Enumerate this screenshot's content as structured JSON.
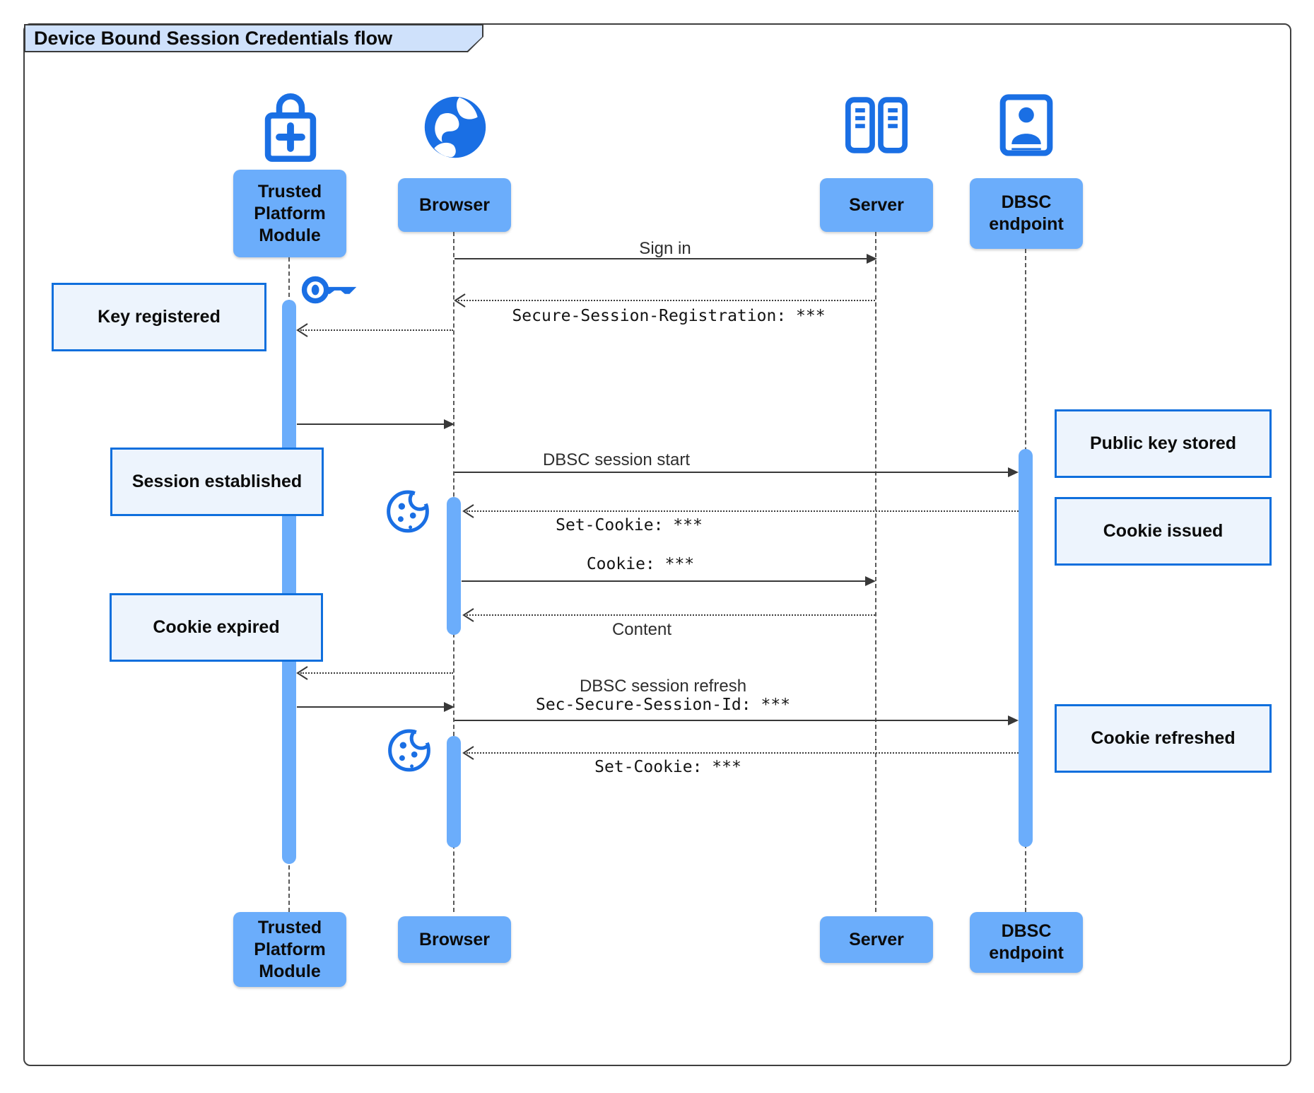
{
  "diagram": {
    "title": "Device Bound Session Credentials flow",
    "type": "sequence-diagram"
  },
  "participants": [
    {
      "id": "tpm",
      "label": "Trusted Platform Module",
      "icon": "lock-plus-icon"
    },
    {
      "id": "browser",
      "label": "Browser",
      "icon": "globe-icon"
    },
    {
      "id": "server",
      "label": "Server",
      "icon": "server-racks-icon"
    },
    {
      "id": "dbsc",
      "label": "DBSC endpoint",
      "icon": "person-badge-icon"
    }
  ],
  "messages": {
    "sign_in": "Sign in",
    "secure_session_registration": "Secure-Session-Registration: ***",
    "dbsc_session_start": "DBSC session start",
    "set_cookie_1": "Set-Cookie: ***",
    "cookie": "Cookie: ***",
    "content": "Content",
    "dbsc_session_refresh": "DBSC session refresh",
    "sec_secure_session_id": "Sec-Secure-Session-Id: ***",
    "set_cookie_2": "Set-Cookie: ***"
  },
  "notes": {
    "key_registered": "Key registered",
    "session_established": "Session established",
    "cookie_expired": "Cookie expired",
    "public_key_stored": "Public key stored",
    "cookie_issued": "Cookie issued",
    "cookie_refreshed": "Cookie refreshed"
  },
  "decorations": {
    "key": "key-icon",
    "cookie_first": "cookie-icon",
    "cookie_second": "cookie-icon"
  },
  "colors": {
    "icon_blue": "#1a6fe4",
    "actor_fill": "#6badfb",
    "note_fill": "#edf4fd",
    "note_border": "#0f6fdd",
    "title_tab_fill": "#cfe1fb",
    "line_color": "#383838",
    "text_color": "#0b0b0b"
  }
}
